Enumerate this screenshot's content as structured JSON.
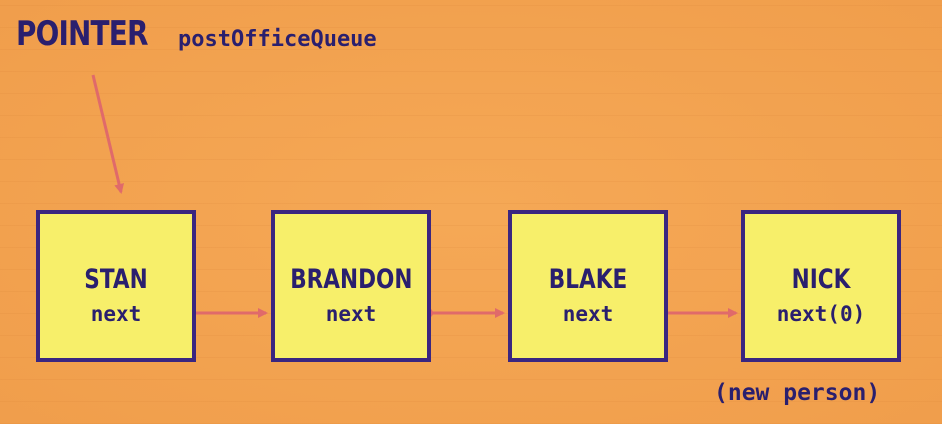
{
  "pointer": {
    "label": "POINTER",
    "variable": "postOfficeQueue"
  },
  "nodes": [
    {
      "name": "STAN",
      "next": "next"
    },
    {
      "name": "BRANDON",
      "next": "next"
    },
    {
      "name": "BLAKE",
      "next": "next"
    },
    {
      "name": "NICK",
      "next": "next(0)",
      "note": "(new person)"
    }
  ],
  "colors": {
    "background": "#f2a14e",
    "node_fill": "#f7ef6a",
    "node_border": "#3a2680",
    "text": "#2a1f6e",
    "arrow": "#e06a6a"
  }
}
